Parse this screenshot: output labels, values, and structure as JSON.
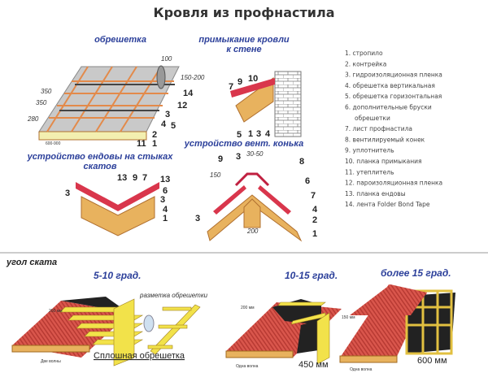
{
  "title": "Кровля из профнастила",
  "sections": {
    "lathing": {
      "label": "обрешетка",
      "dims": [
        "100",
        "150-200",
        "350",
        "350",
        "280",
        "600-900"
      ],
      "nums": [
        "14",
        "12",
        "3",
        "4",
        "5",
        "2",
        "11",
        "1"
      ]
    },
    "wall_junction": {
      "label_line1": "примыкание кровли",
      "label_line2": "к стене",
      "nums": [
        "7",
        "9",
        "10",
        "5",
        "1",
        "3",
        "4"
      ]
    },
    "ridge": {
      "label": "устройство вент. конька",
      "dims": [
        "30-50",
        "150",
        "200"
      ],
      "nums": [
        "9",
        "3",
        "8",
        "6",
        "7",
        "3",
        "4",
        "2",
        "1"
      ]
    },
    "valley": {
      "label_line1": "устройство ендовы на стыках",
      "label_line2": "скатов",
      "nums": [
        "13",
        "9",
        "7",
        "13",
        "3",
        "6",
        "3",
        "4",
        "1"
      ]
    }
  },
  "legend": [
    "1. стропило",
    "2. контрейка",
    "3. гидроизоляционная пленка",
    "4. обрешетка вертикальная",
    "5. обрешетка горизонтальная",
    "6. дополнительные бруски",
    "обрешетки",
    "7. лист профнастила",
    "8. вентилируемый конек",
    "9. уплотнитель",
    "10. планка примыкания",
    "11. утеплитель",
    "12. пароизоляционная пленка",
    "13. планка ендовы",
    "14. лента Folder Bond Tape"
  ],
  "slope": {
    "heading": "угол ската",
    "a": {
      "label": "5-10 град.",
      "overlap": "200 мм",
      "waves": "Две волны",
      "solid": "Сплошная обрешетка",
      "marking": "разметка обрешетки"
    },
    "b": {
      "label": "10-15 град.",
      "overlap": "200 мм",
      "waves": "Одна волна",
      "spacing": "450 мм"
    },
    "c": {
      "label": "более 15 град.",
      "overlap": "150 мм",
      "waves": "Одна волна",
      "spacing": "600 мм"
    }
  },
  "colors": {
    "title": "#333333",
    "label": "#2b3f9a",
    "sheet": "#d9534f",
    "wood": "#e8b25e",
    "yellow": "#f2e24a"
  }
}
